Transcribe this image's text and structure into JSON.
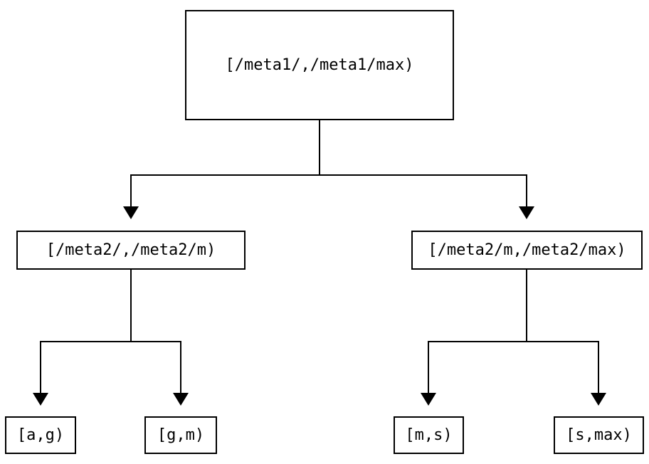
{
  "diagram": {
    "type": "tree",
    "tree": {
      "label": "[/meta1/,/meta1/max)",
      "children": [
        {
          "label": "[/meta2/,/meta2/m)",
          "children": [
            {
              "label": "[a,g)"
            },
            {
              "label": "[g,m)"
            }
          ]
        },
        {
          "label": "[/meta2/m,/meta2/max)",
          "children": [
            {
              "label": "[m,s)"
            },
            {
              "label": "[s,max)"
            }
          ]
        }
      ]
    },
    "colors": {
      "background": "#ffffff",
      "box_fill": "#ffffff",
      "box_border": "#000000",
      "line": "#000000",
      "text": "#000000"
    }
  }
}
